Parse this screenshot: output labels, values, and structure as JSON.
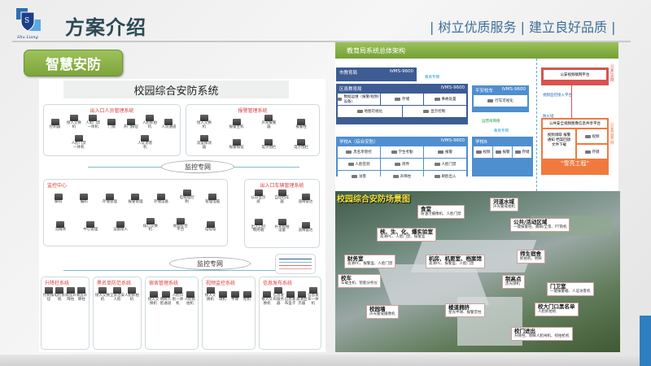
{
  "header": {
    "title": "方案介绍",
    "slogan": "| 树立优质服务 | 建立良好品质 |",
    "logo_text": "Shu Liang"
  },
  "section_badge": "智慧安防",
  "left_diagram": {
    "title": "校园综合安防系统",
    "net_label": "监控专网",
    "net_label2": "监控专网",
    "boxes": [
      {
        "id": "entry-people",
        "title": "出入口人员管理系统",
        "devices": [
          "控制器",
          "接入交换机",
          "人脸门禁一体机",
          "门锁",
          "开门按钮",
          "人脸抓拍机",
          "人员通道",
          "人脸门禁一体机",
          "人证访客机"
        ]
      },
      {
        "id": "alarm",
        "title": "报警管理系统",
        "devices": [
          "接入交换机",
          "报警主机",
          "声光报警器",
          "报警柱",
          "双鉴探测器",
          "报警按钮",
          "电子围栏",
          "电子围栏"
        ]
      },
      {
        "id": "monitor-center",
        "title": "监控中心",
        "devices": [
          "解码",
          "编码",
          "存储管理",
          "报警管理",
          "存储设备",
          "电视墙控制",
          "管理电脑",
          "流媒体",
          "中心管理",
          "设备接入",
          "核心交换机",
          "视频综合平台",
          "电视墙"
        ]
      },
      {
        "id": "entry-vehicle",
        "title": "出入口车辆管理系统",
        "devices": [
          "LED显示屏",
          "自动挡车器",
          "道闸雷达",
          "出入口控制终端",
          "补光抓拍设备",
          "道闸雷达"
        ]
      },
      {
        "id": "bollard",
        "title": "升降柱系统",
        "devices": [
          "控制按钮",
          "电控系统",
          "液压升降柱",
          "液压升降柱"
        ]
      },
      {
        "id": "blacklist",
        "title": "黑名单防范系统",
        "devices": [
          "接入交换机",
          "全景治安人脸",
          "人脸抓拍机"
        ]
      },
      {
        "id": "dorm",
        "title": "宿舍管理系统",
        "devices": [
          "接入交换机",
          "明眸人脸通道",
          "人脸识别一体机",
          "人脸抓拍机"
        ]
      },
      {
        "id": "video",
        "title": "视频监控系统",
        "devices": [
          "接入交换机",
          "球机",
          "半球",
          "枪机"
        ]
      },
      {
        "id": "info",
        "title": "信息发布系统",
        "devices": [
          "接入交换机",
          "信息发布服务器",
          "信息发布盒子",
          "高清显示器",
          "信息发布一体机"
        ]
      }
    ]
  },
  "arch": {
    "title": "教育局系统总体架构",
    "city": {
      "name": "市教育局",
      "platform": "iVMS-9600"
    },
    "county": {
      "name": "区县教育局",
      "platform": "iVMS-9600",
      "cells": [
        "数据运维（报警/视频/设备）",
        "存储",
        "事故处置",
        "地图可视化",
        "显示控制"
      ]
    },
    "bus": {
      "name": "平安校车",
      "platform": "iVMS-9600",
      "cells": [
        "行车可视化"
      ]
    },
    "schoolA": {
      "name": "学校A（综合安防）",
      "platform": "iVMS-9600",
      "cells": [
        "黑名单管控",
        "学生考勤",
        "报警",
        "人脸签到",
        "周界",
        "人脸门禁",
        "访客",
        "升降柱",
        "刷脸出入"
      ]
    },
    "schoolB": {
      "name": "学校B",
      "cells": [
        "视频",
        "报警",
        "存储"
      ]
    },
    "labels": {
      "edu_net": "教育专网",
      "carrier_net": "运营商网络",
      "edu_net2": "教育专网",
      "firewall": "防火墙",
      "access": "视频监控接入平台"
    },
    "police": {
      "platform": "公安视频联网平台",
      "side_label": "公安信息网"
    },
    "share": {
      "title": "公共安全视频图像信息共享平台",
      "functions": "视频调取 报警通知 档案回放 文件下载",
      "cells": [
        "视频",
        "存储"
      ],
      "project": "“雪亮工程”",
      "side_label": "公安视频专网"
    }
  },
  "scene": {
    "title": "校园综合安防场景图",
    "callouts": [
      {
        "name": "食堂",
        "desc": "防油污摄像机、人脸门禁"
      },
      {
        "name": "河道水域",
        "desc": "声光警戒相机"
      },
      {
        "name": "公共/活动区域",
        "desc": "一键报警柱、鹰眼/全景、PT筒机"
      },
      {
        "name": "核、生、化、爆实验室",
        "desc": "高清PC、人脸门禁、报警盒"
      },
      {
        "name": "财务室",
        "desc": "高清PC、报警盒、人脸门禁"
      },
      {
        "name": "机房、机要室、档案馆",
        "desc": "高清PC、报警盒、人脸门禁"
      },
      {
        "name": "师生宿舍",
        "desc": "抓拍机、明眸"
      },
      {
        "name": "校车",
        "desc": "车载主机、智能分析仪"
      },
      {
        "name": "制高点",
        "desc": "黑光球机"
      },
      {
        "name": "门卫室",
        "desc": "一键报警箱、人证访客机"
      },
      {
        "name": "校园墙",
        "desc": "声光警戒摄像机"
      },
      {
        "name": "楼道拥挤",
        "desc": "星光半球、报警音柱"
      },
      {
        "name": "校大门口黑名单",
        "desc": "人脸抓拍机"
      },
      {
        "name": "校门进出",
        "desc": "升降柱、明眸人脸闸机、抓拍枪机"
      }
    ]
  },
  "colors": {
    "accent_green": "#8ab44a",
    "title": "#2c4a55",
    "slogan": "#3d6f95",
    "red": "#e03c3c",
    "navy": "#3d5c93"
  }
}
